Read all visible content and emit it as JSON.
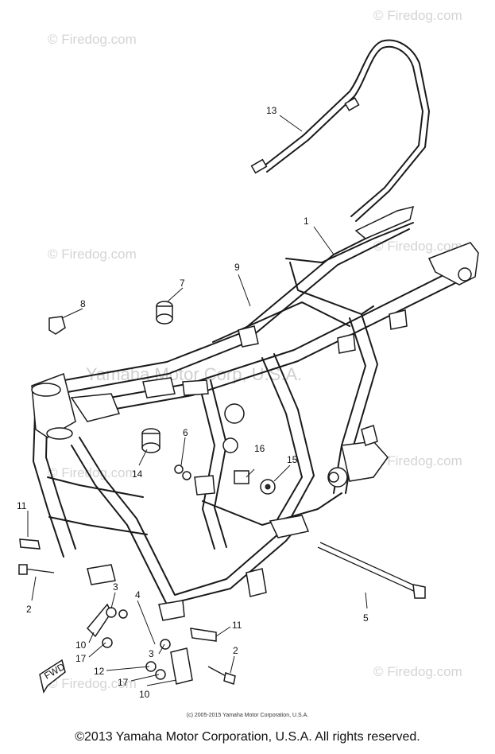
{
  "watermark": "© Firedog.com",
  "center_watermark": "Yamaha Motor Corp, U.S.A.",
  "small_copyright": "(c) 2005-2015 Yamaha Motor Corporation, U.S.A.",
  "footer_copyright": "©2013 Yamaha Motor Corporation, U.S.A. All rights reserved.",
  "fwd_label": "FWD",
  "callouts": {
    "c1": "1",
    "c2a": "2",
    "c2b": "2",
    "c3a": "3",
    "c3b": "3",
    "c4": "4",
    "c5": "5",
    "c6": "6",
    "c7": "7",
    "c8": "8",
    "c9": "9",
    "c10a": "10",
    "c10b": "10",
    "c11a": "11",
    "c11b": "11",
    "c12": "12",
    "c13": "13",
    "c14": "14",
    "c15": "15",
    "c16": "16",
    "c17a": "17",
    "c17b": "17"
  }
}
